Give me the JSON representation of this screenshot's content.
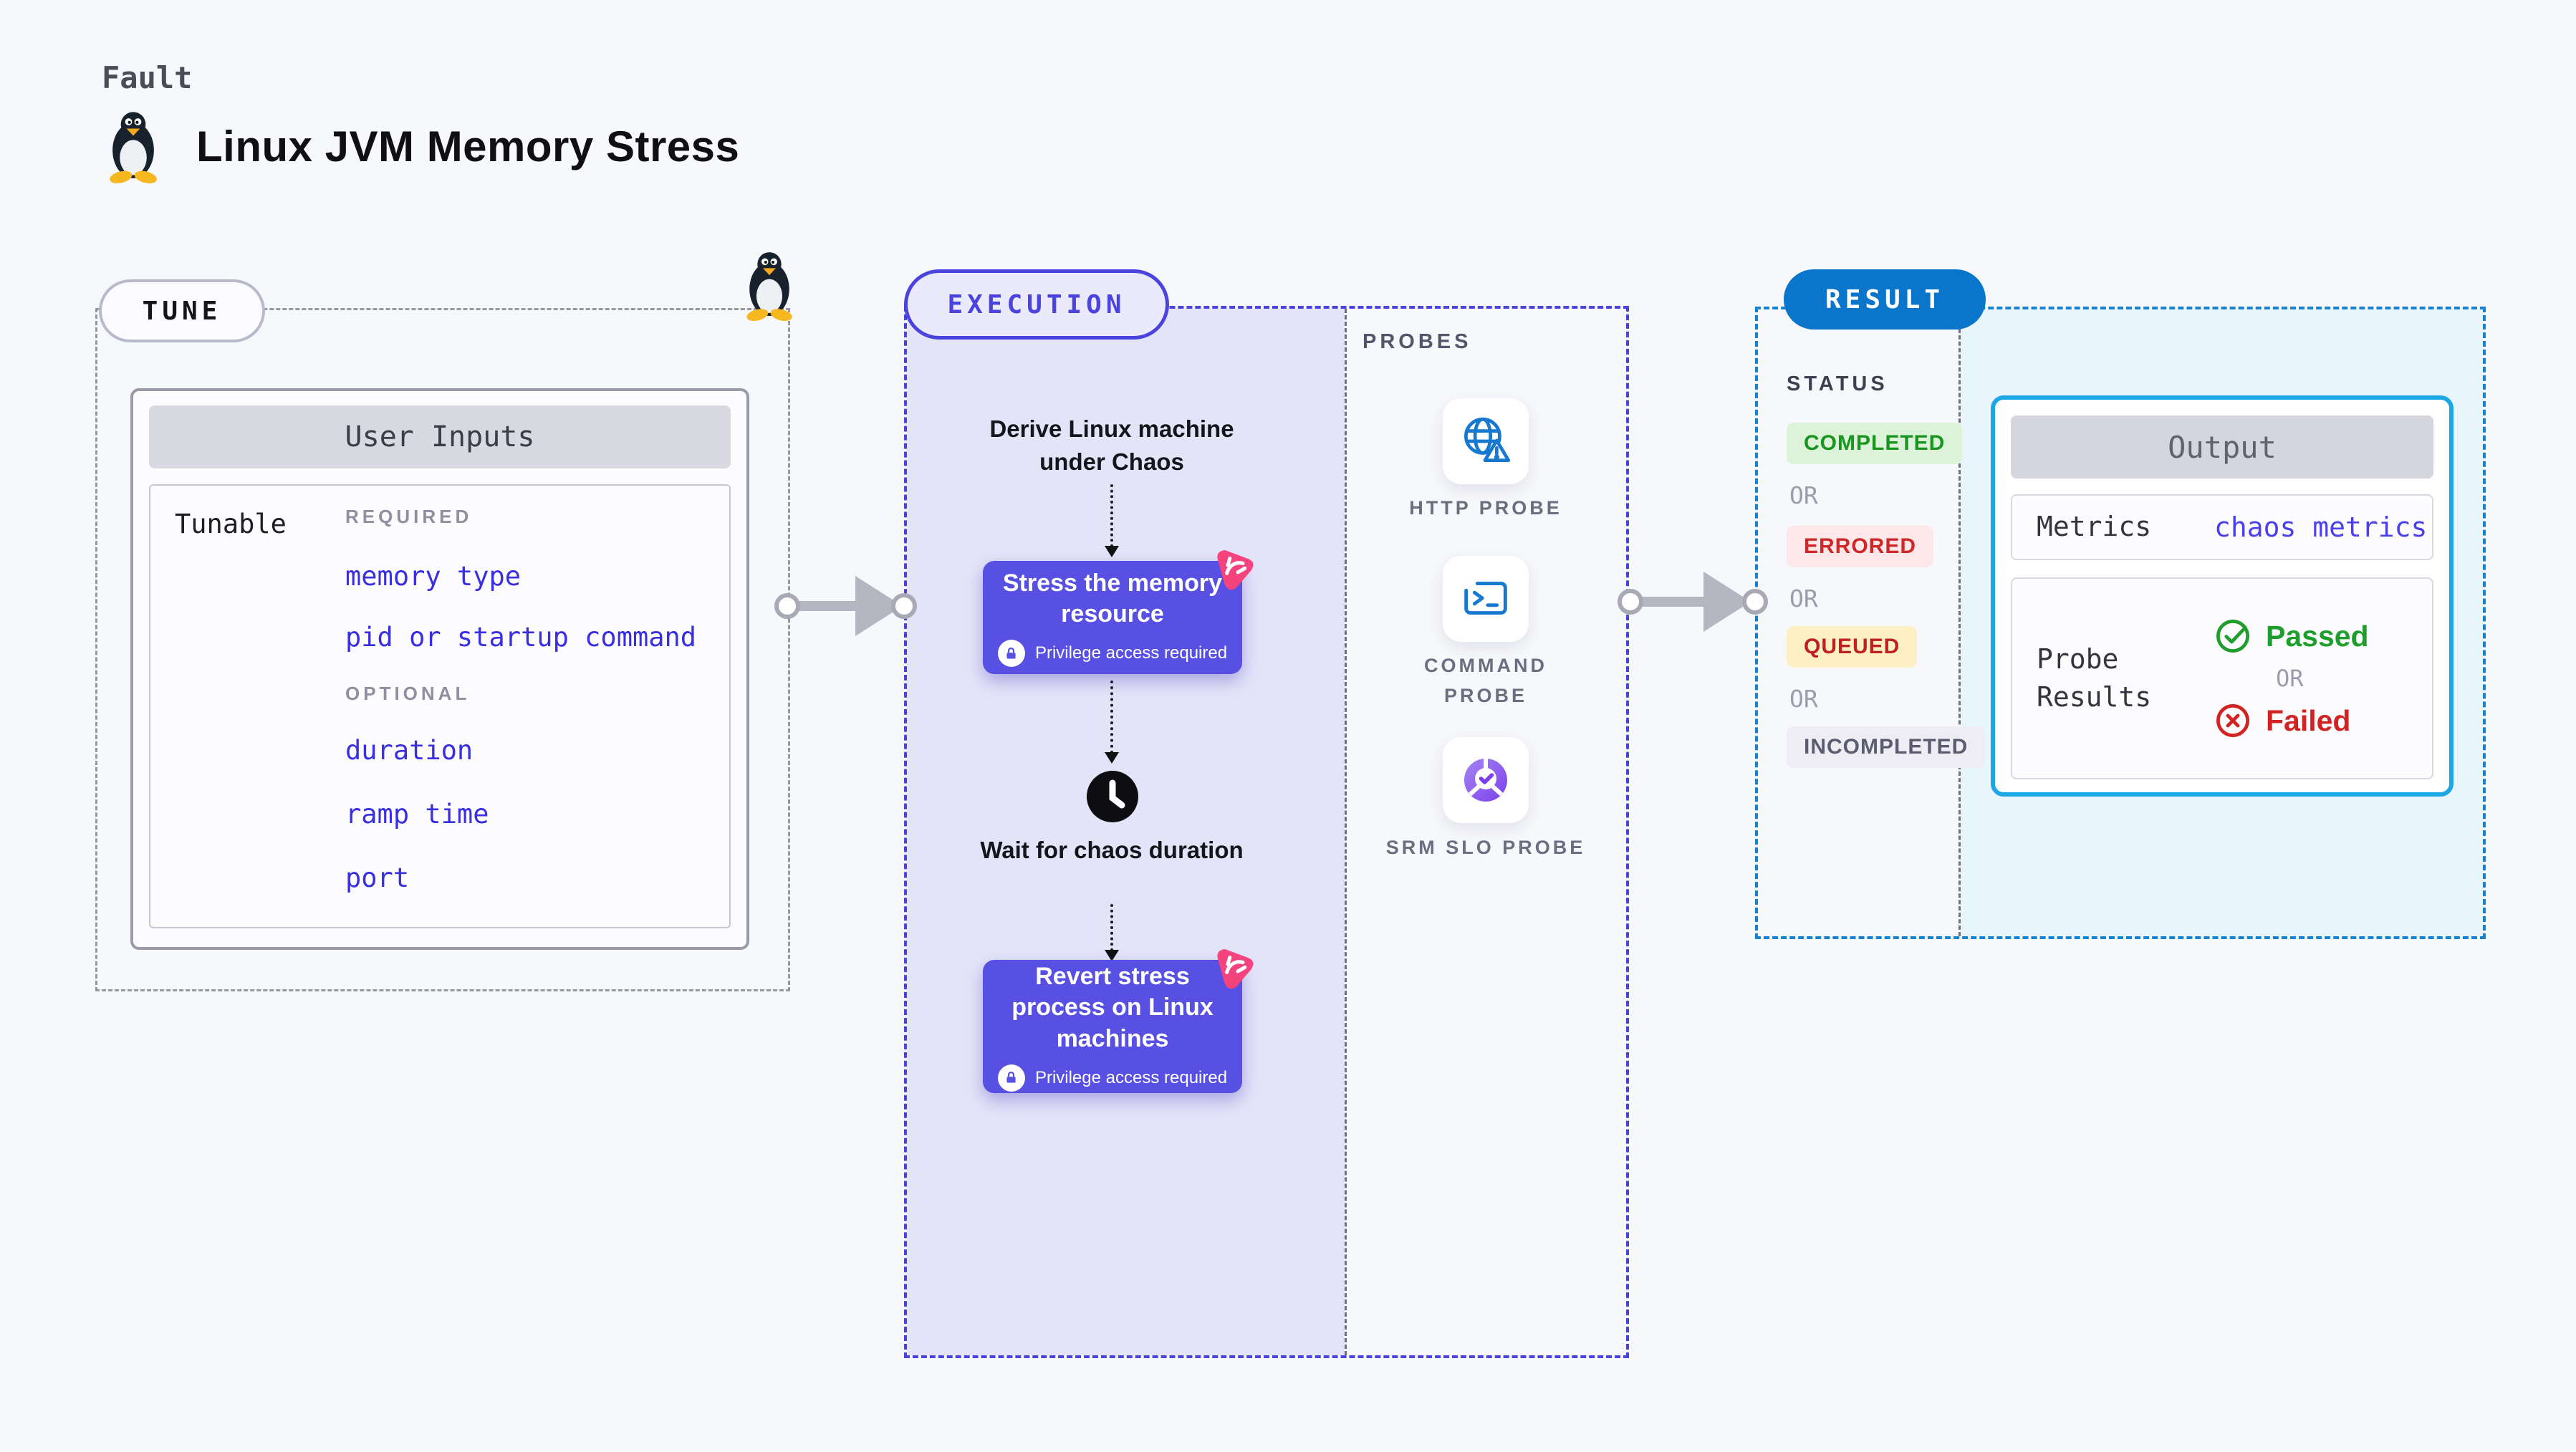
{
  "header": {
    "eyebrow": "Fault",
    "title": "Linux JVM Memory Stress"
  },
  "tune": {
    "badge": "TUNE",
    "user_inputs": {
      "title": "User Inputs",
      "row_label": "Tunable",
      "required_label": "REQUIRED",
      "required_items": [
        "memory type",
        "pid or startup command"
      ],
      "optional_label": "OPTIONAL",
      "optional_items": [
        "duration",
        "ramp time",
        "port"
      ]
    }
  },
  "execution": {
    "badge": "EXECUTION",
    "steps": [
      {
        "title": "Derive Linux machine under Chaos"
      },
      {
        "title": "Stress the memory resource",
        "note": "Privilege access required"
      },
      {
        "title": "Wait for chaos duration"
      },
      {
        "title": "Revert stress process on Linux machines",
        "note": "Privilege access required"
      }
    ]
  },
  "probes": {
    "label": "PROBES",
    "items": [
      {
        "name": "HTTP PROBE",
        "icon": "globe-alert-icon"
      },
      {
        "name": "COMMAND PROBE",
        "icon": "terminal-icon"
      },
      {
        "name": "SRM SLO PROBE",
        "icon": "slo-donut-icon"
      }
    ]
  },
  "result": {
    "badge": "RESULT",
    "status_label": "STATUS",
    "or_label": "OR",
    "statuses": [
      {
        "label": "COMPLETED",
        "tone": "success"
      },
      {
        "label": "ERRORED",
        "tone": "error"
      },
      {
        "label": "QUEUED",
        "tone": "warning"
      },
      {
        "label": "INCOMPLETED",
        "tone": "neutral"
      }
    ],
    "output": {
      "title": "Output",
      "metrics_label": "Metrics",
      "metrics_value": "chaos metrics",
      "probe_results_label": "Probe Results",
      "passed_label": "Passed",
      "failed_label": "Failed"
    }
  },
  "colors": {
    "node_indigo": "#5750e3",
    "dashed_indigo": "#4a43dd",
    "chaos_pink": "#f5437e",
    "result_blue": "#0a76cb",
    "output_border_blue": "#1ea7e6",
    "link_indigo": "#392ee0",
    "success_green": "#1f9e2e",
    "error_red": "#d32222"
  }
}
